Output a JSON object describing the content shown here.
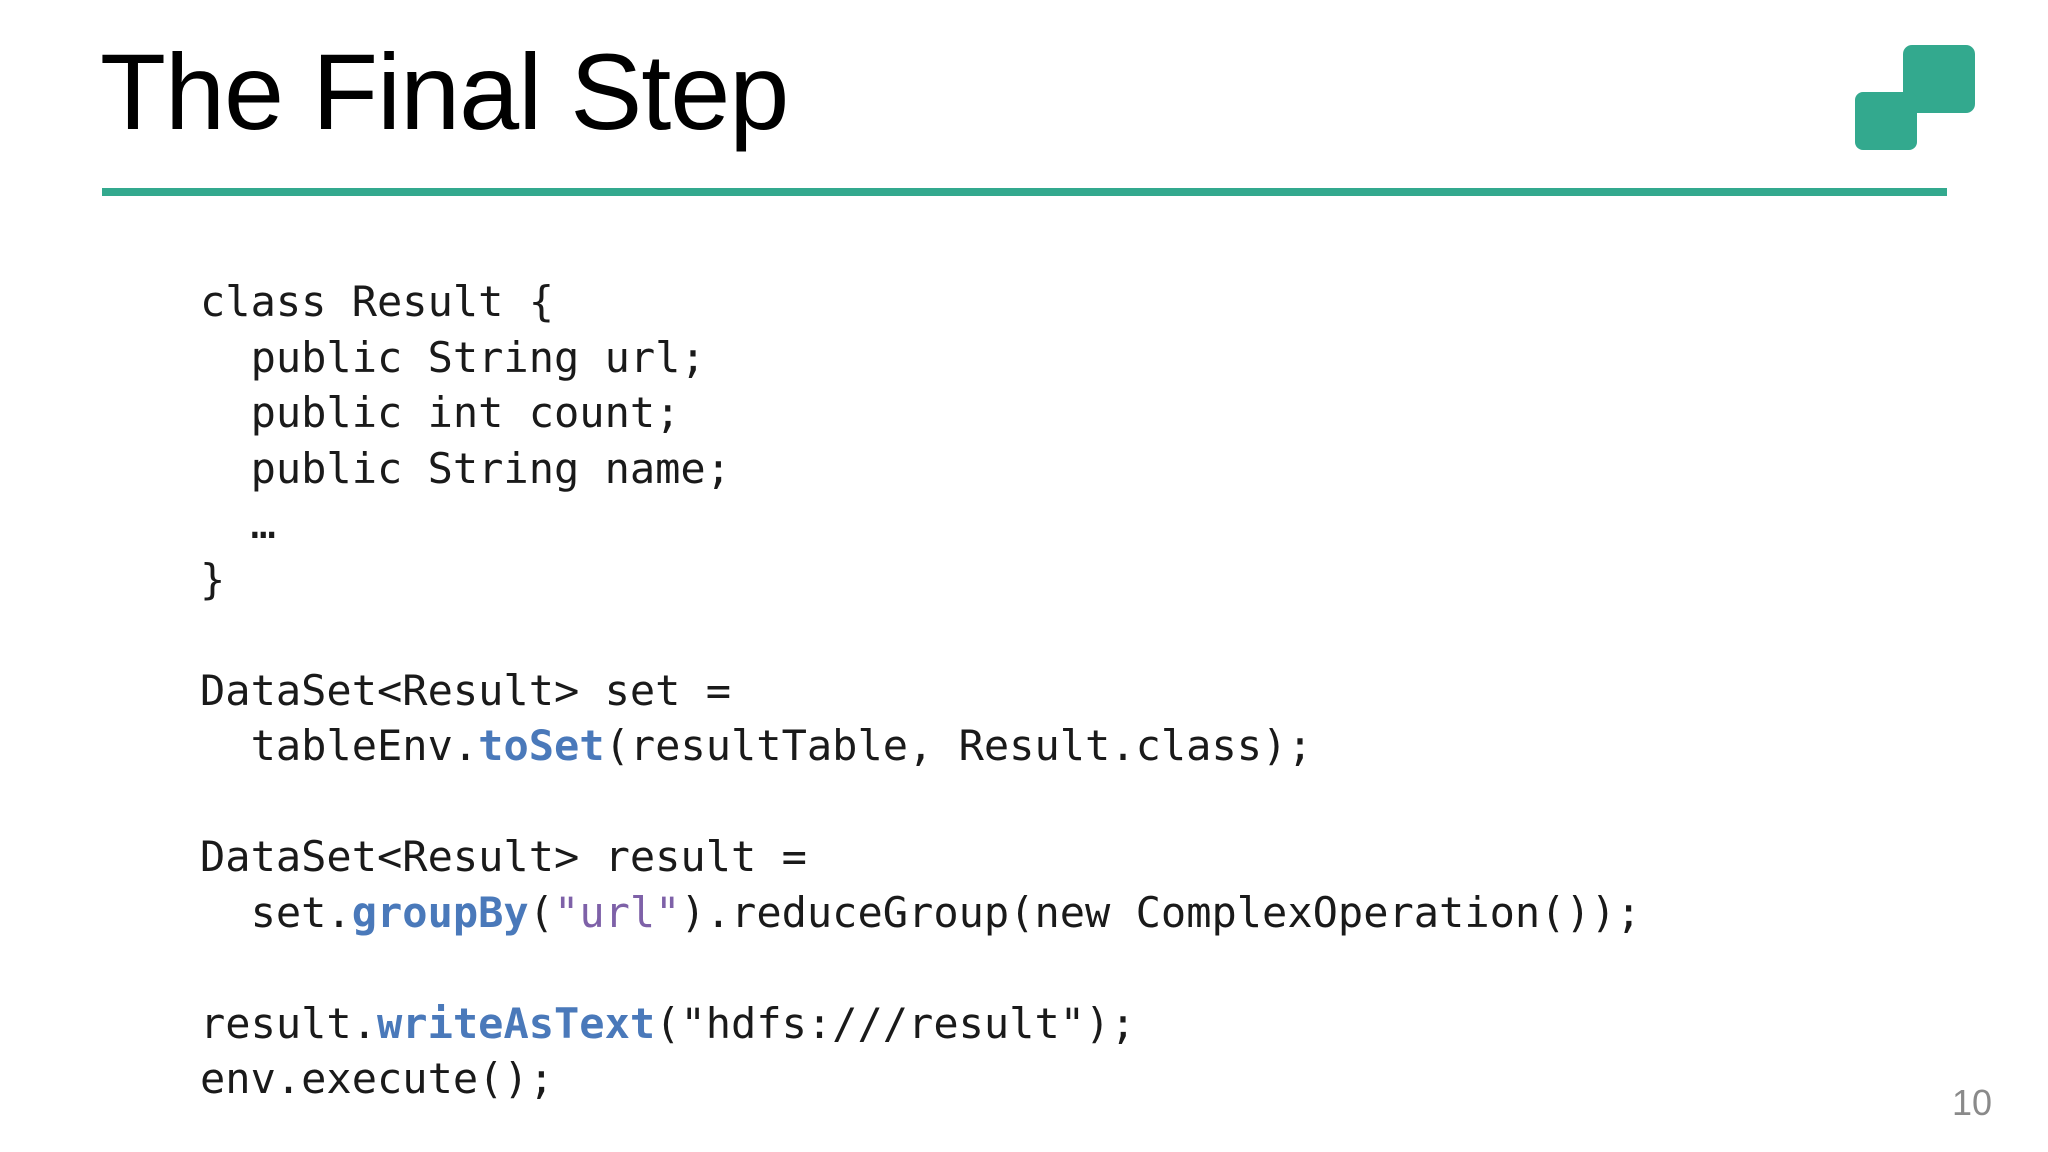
{
  "slide": {
    "title": "The Final Step",
    "page_number": "10",
    "accent_color": "#33a98e",
    "method_color": "#4a79ba",
    "string_color": "#7e61a8",
    "text_color": "#1a1a1a",
    "background_color": "#ffffff"
  },
  "logo": {
    "name": "apache-flink-squares-logo",
    "color": "#33a98e",
    "shapes": [
      "rounded-square-large",
      "rounded-square-small"
    ]
  },
  "code": {
    "language": "java",
    "lines": [
      {
        "id": "l1",
        "tokens": [
          {
            "t": "plain",
            "v": "class Result {"
          }
        ]
      },
      {
        "id": "l2",
        "tokens": [
          {
            "t": "plain",
            "v": "  public String url;"
          }
        ]
      },
      {
        "id": "l3",
        "tokens": [
          {
            "t": "plain",
            "v": "  public int count;"
          }
        ]
      },
      {
        "id": "l4",
        "tokens": [
          {
            "t": "plain",
            "v": "  public String name;"
          }
        ]
      },
      {
        "id": "l5",
        "tokens": [
          {
            "t": "plain",
            "v": "  …"
          }
        ]
      },
      {
        "id": "l6",
        "tokens": [
          {
            "t": "plain",
            "v": "}"
          }
        ]
      },
      {
        "id": "l7",
        "tokens": []
      },
      {
        "id": "l8",
        "tokens": [
          {
            "t": "plain",
            "v": "DataSet<Result> set ="
          }
        ]
      },
      {
        "id": "l9",
        "tokens": [
          {
            "t": "plain",
            "v": "  tableEnv."
          },
          {
            "t": "method",
            "v": "toSet"
          },
          {
            "t": "plain",
            "v": "(resultTable, Result.class);"
          }
        ]
      },
      {
        "id": "l10",
        "tokens": []
      },
      {
        "id": "l11",
        "tokens": [
          {
            "t": "plain",
            "v": "DataSet<Result> result ="
          }
        ]
      },
      {
        "id": "l12",
        "tokens": [
          {
            "t": "plain",
            "v": "  set."
          },
          {
            "t": "method",
            "v": "groupBy"
          },
          {
            "t": "plain",
            "v": "("
          },
          {
            "t": "string",
            "v": "\"url\""
          },
          {
            "t": "plain",
            "v": ").reduceGroup(new ComplexOperation());"
          }
        ]
      },
      {
        "id": "l13",
        "tokens": []
      },
      {
        "id": "l14",
        "tokens": [
          {
            "t": "plain",
            "v": "result."
          },
          {
            "t": "method",
            "v": "writeAsText"
          },
          {
            "t": "plain",
            "v": "(\"hdfs:///result\");"
          }
        ]
      },
      {
        "id": "l15",
        "tokens": [
          {
            "t": "plain",
            "v": "env.execute();"
          }
        ]
      }
    ]
  }
}
